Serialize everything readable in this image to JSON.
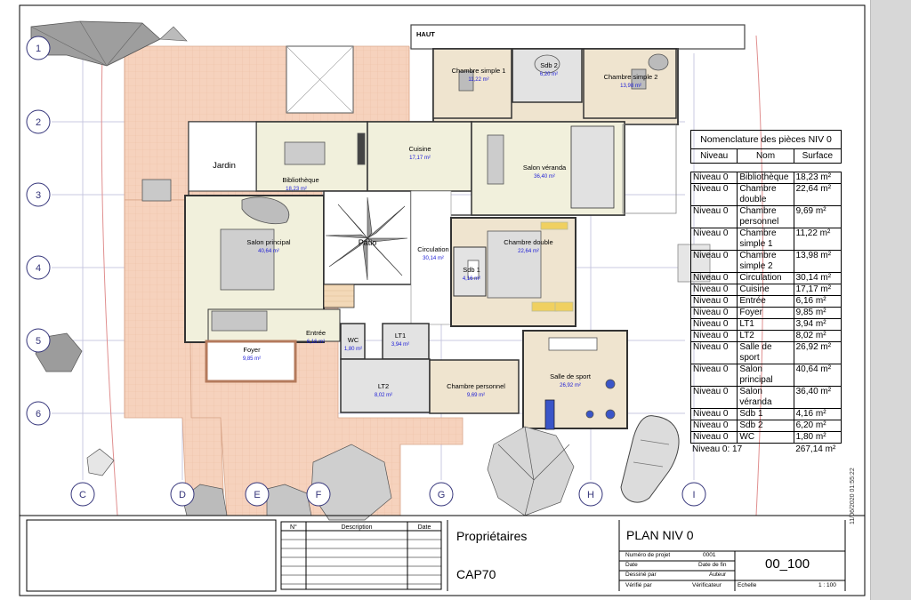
{
  "plan": {
    "haut_label": "HAUT",
    "grid_rows": [
      "1",
      "2",
      "3",
      "4",
      "5",
      "6"
    ],
    "grid_cols": [
      "C",
      "D",
      "E",
      "F",
      "G",
      "H",
      "I"
    ],
    "rooms": [
      {
        "name": "Chambre simple 1",
        "area": "11,22 m²"
      },
      {
        "name": "Sdb 2",
        "area": "6,20 m²"
      },
      {
        "name": "Chambre simple 2",
        "area": "13,98 m²"
      },
      {
        "name": "Jardin",
        "area": ""
      },
      {
        "name": "Bibliothèque",
        "area": "18,23 m²"
      },
      {
        "name": "Cuisine",
        "area": "17,17 m²"
      },
      {
        "name": "Salon véranda",
        "area": "36,40 m²"
      },
      {
        "name": "Salon principal",
        "area": "40,64 m²"
      },
      {
        "name": "Patio",
        "area": ""
      },
      {
        "name": "Circulation",
        "area": "30,14 m²"
      },
      {
        "name": "Chambre double",
        "area": "22,64 m²"
      },
      {
        "name": "Sdb 1",
        "area": "4,16 m²"
      },
      {
        "name": "Entrée",
        "area": "6,16 m²"
      },
      {
        "name": "WC",
        "area": "1,80 m²"
      },
      {
        "name": "LT1",
        "area": "3,94 m²"
      },
      {
        "name": "Foyer",
        "area": "9,85 m²"
      },
      {
        "name": "LT2",
        "area": "8,02 m²"
      },
      {
        "name": "Chambre personnel",
        "area": "9,69 m²"
      },
      {
        "name": "Salle de sport",
        "area": "26,92 m²"
      }
    ]
  },
  "legend": {
    "title": "Nomenclature des pièces NIV 0",
    "headers": [
      "Niveau",
      "Nom",
      "Surface"
    ],
    "rows": [
      {
        "niveau": "Niveau 0",
        "nom": "Bibliothèque",
        "surface": "18,23 m²"
      },
      {
        "niveau": "Niveau 0",
        "nom": "Chambre double",
        "surface": "22,64 m²"
      },
      {
        "niveau": "Niveau 0",
        "nom": "Chambre personnel",
        "surface": "9,69 m²"
      },
      {
        "niveau": "Niveau 0",
        "nom": "Chambre simple 1",
        "surface": "11,22 m²"
      },
      {
        "niveau": "Niveau 0",
        "nom": "Chambre simple 2",
        "surface": "13,98 m²"
      },
      {
        "niveau": "Niveau 0",
        "nom": "Circulation",
        "surface": "30,14 m²"
      },
      {
        "niveau": "Niveau 0",
        "nom": "Cuisine",
        "surface": "17,17 m²"
      },
      {
        "niveau": "Niveau 0",
        "nom": "Entrée",
        "surface": "6,16 m²"
      },
      {
        "niveau": "Niveau 0",
        "nom": "Foyer",
        "surface": "9,85 m²"
      },
      {
        "niveau": "Niveau 0",
        "nom": "LT1",
        "surface": "3,94 m²"
      },
      {
        "niveau": "Niveau 0",
        "nom": "LT2",
        "surface": "8,02 m²"
      },
      {
        "niveau": "Niveau 0",
        "nom": "Salle de sport",
        "surface": "26,92 m²"
      },
      {
        "niveau": "Niveau 0",
        "nom": "Salon principal",
        "surface": "40,64 m²"
      },
      {
        "niveau": "Niveau 0",
        "nom": "Salon véranda",
        "surface": "36,40 m²"
      },
      {
        "niveau": "Niveau 0",
        "nom": "Sdb 1",
        "surface": "4,16 m²"
      },
      {
        "niveau": "Niveau 0",
        "nom": "Sdb 2",
        "surface": "6,20 m²"
      },
      {
        "niveau": "Niveau 0",
        "nom": "WC",
        "surface": "1,80 m²"
      }
    ],
    "total_label": "Niveau 0: 17",
    "total_surface": "267,14 m²"
  },
  "titleblock": {
    "revision_headers": {
      "num": "N°",
      "description": "Description",
      "date": "Date"
    },
    "owner_label": "Propriétaires",
    "project_name": "CAP70",
    "sheet_title": "PLAN NIV 0",
    "fields": {
      "project_num_label": "Numéro de projet",
      "project_num_value": "0001",
      "date_label": "Date",
      "date_value": "Date de fin",
      "drawn_label": "Dessiné par",
      "drawn_value": "Auteur",
      "checked_label": "Vérifié par",
      "checked_value": "Vérificateur"
    },
    "sheet_number": "00_100",
    "scale_label": "Echelle",
    "scale_value": "1 : 100",
    "timestamp": "11/06/2020 01:55:22"
  },
  "colors": {
    "terrace": "#f6d2bd",
    "room_fill": "#efe4cf",
    "veranda_fill": "#f1f0dc",
    "wet_fill": "#dcdcdc",
    "grid_line": "#c9c9e0",
    "grid_bubble": "#34347a",
    "dimension_red": "#e08f8f",
    "area_text": "#1b1bd6"
  }
}
